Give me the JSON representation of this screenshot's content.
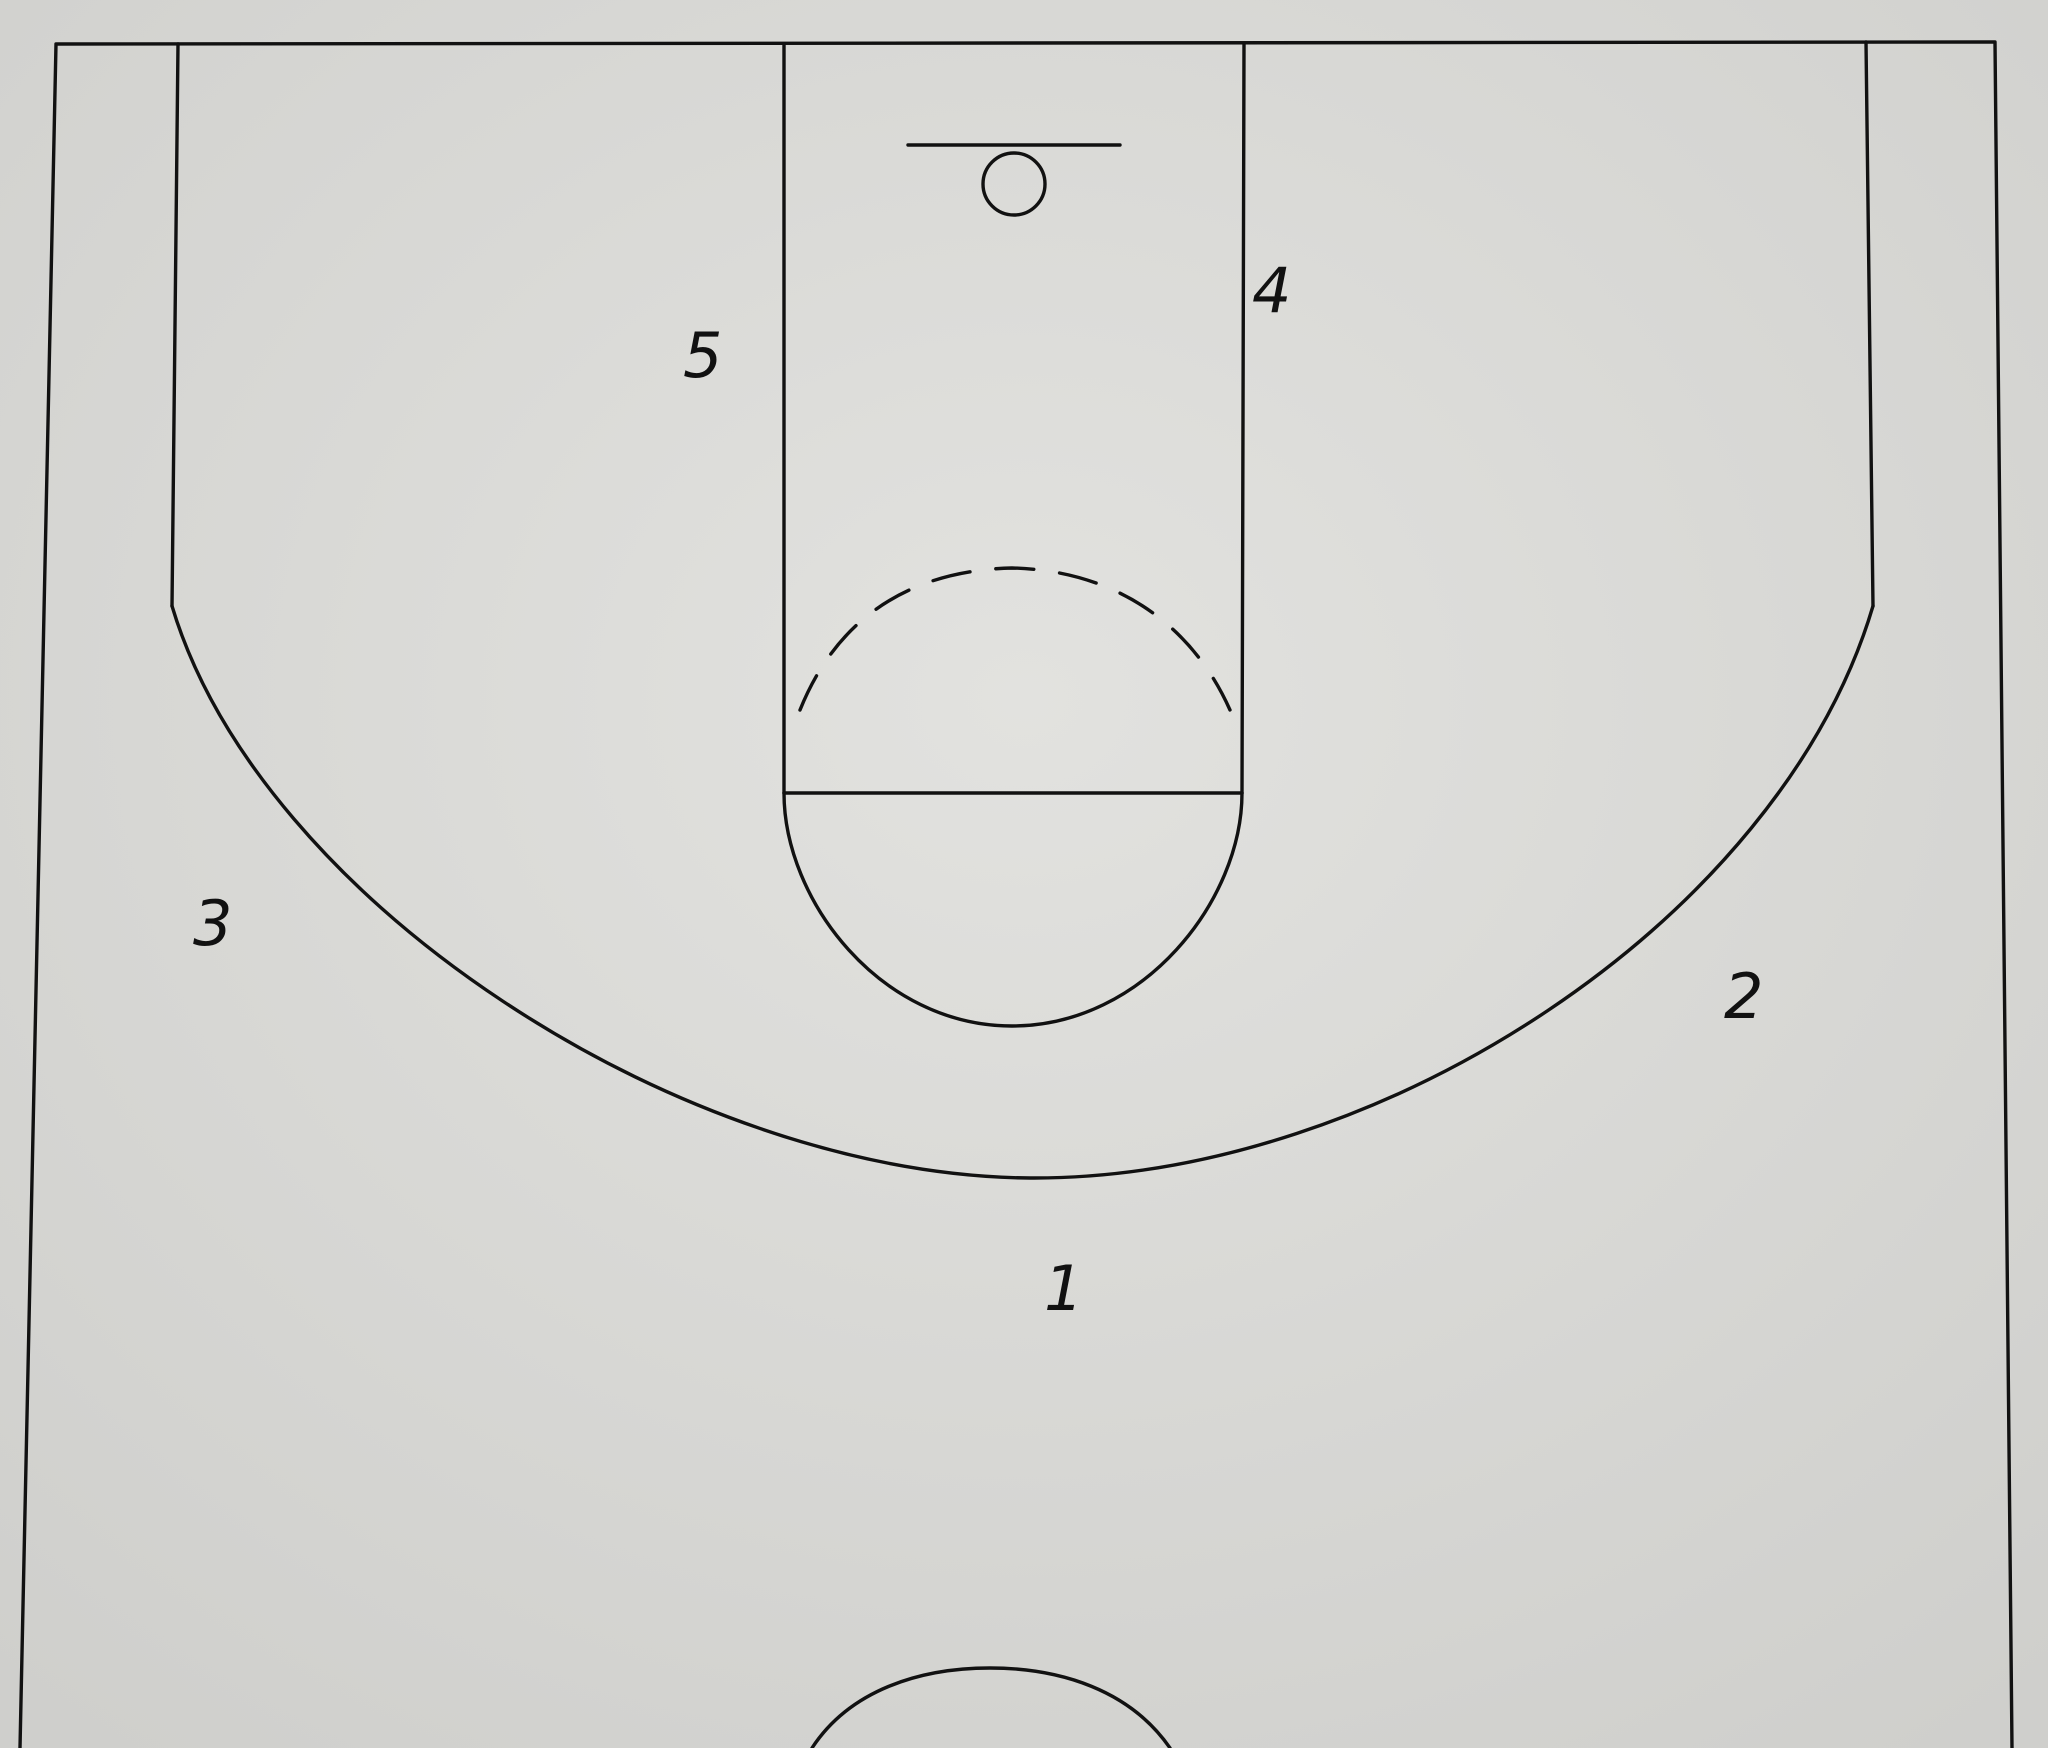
{
  "court": {
    "background": "#d9d9d6",
    "line_color": "#111111",
    "positions": [
      {
        "id": "1",
        "label": "1"
      },
      {
        "id": "2",
        "label": "2"
      },
      {
        "id": "3",
        "label": "3"
      },
      {
        "id": "4",
        "label": "4"
      },
      {
        "id": "5",
        "label": "5"
      }
    ]
  }
}
